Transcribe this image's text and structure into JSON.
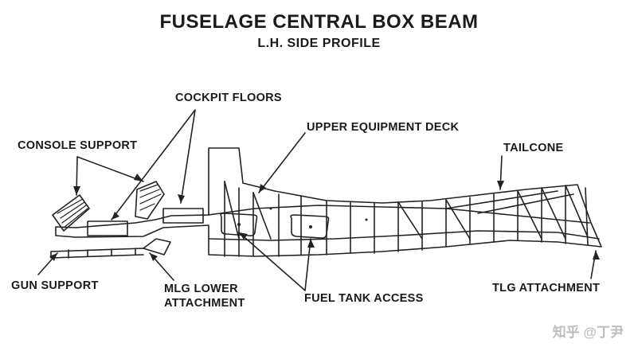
{
  "title": "FUSELAGE CENTRAL BOX BEAM",
  "subtitle": "L.H. SIDE PROFILE",
  "labels": {
    "cockpit_floors": "COCKPIT FLOORS",
    "upper_equipment_deck": "UPPER EQUIPMENT DECK",
    "console_support": "CONSOLE SUPPORT",
    "tailcone": "TAILCONE",
    "gun_support": "GUN SUPPORT",
    "mlg_lower_attachment_1": "MLG LOWER",
    "mlg_lower_attachment_2": "ATTACHMENT",
    "fuel_tank_access": "FUEL TANK ACCESS",
    "tlg_attachment": "TLG ATTACHMENT"
  },
  "watermark": "知乎 @丁尹"
}
